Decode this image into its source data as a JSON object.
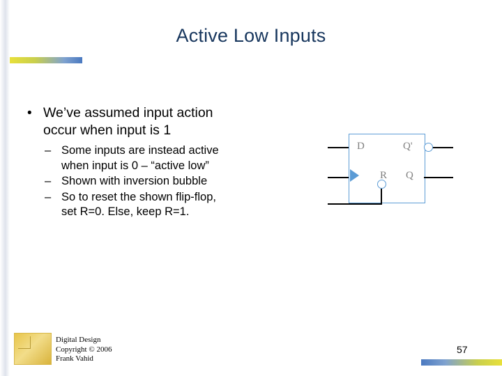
{
  "slide": {
    "title": "Active Low Inputs",
    "bullets": [
      {
        "marker": "•",
        "lines": [
          "We’ve assumed input action",
          "occur when input is 1"
        ]
      }
    ],
    "subbullets": [
      {
        "marker": "–",
        "lines": [
          "Some inputs are instead active",
          "when input is 0 – “active low”"
        ]
      },
      {
        "marker": "–",
        "lines": [
          "Shown with inversion bubble"
        ]
      },
      {
        "marker": "–",
        "lines": [
          "So to reset the shown flip-flop,",
          "set R=0. Else, keep R=1."
        ]
      }
    ],
    "diagram": {
      "name": "d-flip-flop-active-low-reset",
      "labels": {
        "d": "D",
        "q_prime": "Q'",
        "q": "Q",
        "r": "R"
      }
    },
    "footer": {
      "line1": "Digital Design",
      "line2": "Copyright © 2006",
      "line3": "Frank Vahid",
      "slide_number": "57"
    },
    "colors": {
      "title": "#17365d",
      "diagram_outline": "#5b9bd5",
      "diagram_label": "#7f7f7f",
      "accent_gold": "#e8e03a",
      "accent_blue": "#4a79c0"
    }
  }
}
